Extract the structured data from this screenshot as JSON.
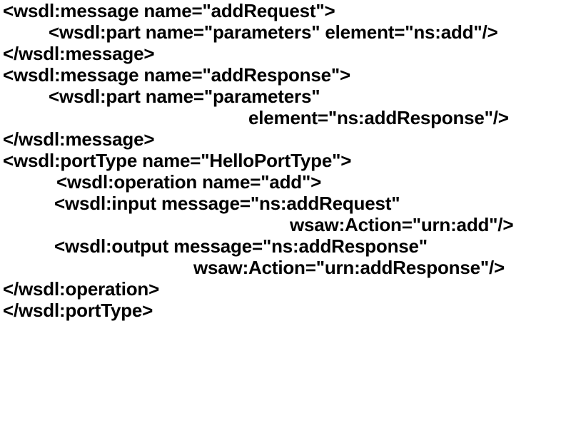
{
  "slide": {
    "background_color": "#ffffff",
    "text_color": "#000000",
    "language": "xml-wsdl",
    "code_lines": [
      {
        "indent": "ind-0",
        "text": "<wsdl:message name=\"addRequest\">"
      },
      {
        "indent": "ind-1",
        "text": "<wsdl:part name=\"parameters\" element=\"ns:add\"/>"
      },
      {
        "indent": "ind-0",
        "text": "</wsdl:message>"
      },
      {
        "indent": "ind-0",
        "text": "<wsdl:message name=\"addResponse\">"
      },
      {
        "indent": "ind-1",
        "text": "<wsdl:part name=\"parameters\""
      },
      {
        "indent": "ind-4",
        "text": "element=\"ns:addResponse\"/>"
      },
      {
        "indent": "ind-0",
        "text": "</wsdl:message>"
      },
      {
        "indent": "ind-0",
        "text": "<wsdl:portType name=\"HelloPortType\">"
      },
      {
        "indent": "ind-2",
        "text": "<wsdl:operation name=\"add\">"
      },
      {
        "indent": "ind-1b",
        "text": "<wsdl:input message=\"ns:addRequest\""
      },
      {
        "indent": "ind-5",
        "text": "wsaw:Action=\"urn:add\"/>"
      },
      {
        "indent": "ind-1b",
        "text": "<wsdl:output message=\"ns:addResponse\""
      },
      {
        "indent": "ind-3",
        "text": "wsaw:Action=\"urn:addResponse\"/>"
      },
      {
        "indent": "ind-0",
        "text": "</wsdl:operation>"
      },
      {
        "indent": "ind-0",
        "text": "</wsdl:portType>"
      }
    ]
  }
}
